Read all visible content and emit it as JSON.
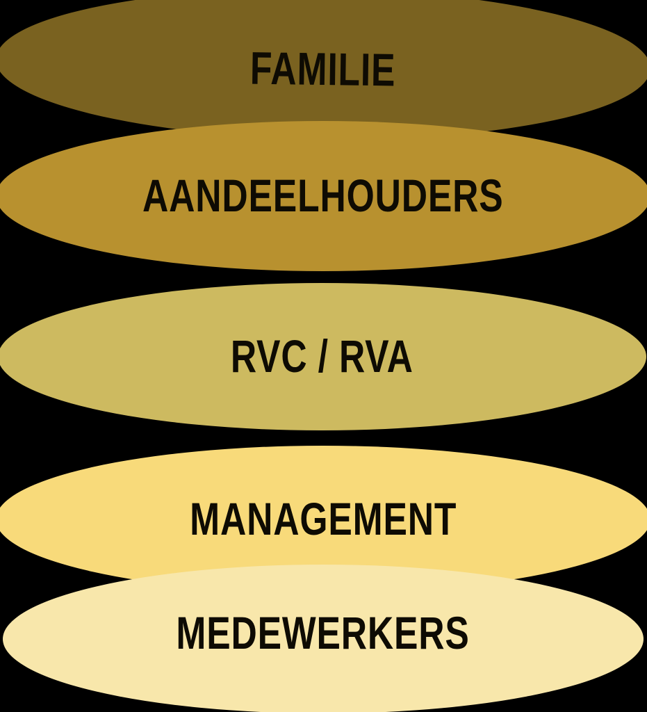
{
  "diagram": {
    "background_color": "#000000",
    "text_color": "#0e0b03",
    "levels": [
      {
        "label": "FAMILIE",
        "color": "#7a6220"
      },
      {
        "label": "AANDEELHOUDERS",
        "color": "#b8912f"
      },
      {
        "label": "RVC / RVA",
        "color": "#cdba60"
      },
      {
        "label": "MANAGEMENT",
        "color": "#f8da7a"
      },
      {
        "label": "MEDEWERKERS",
        "color": "#f8e7ab"
      }
    ]
  }
}
